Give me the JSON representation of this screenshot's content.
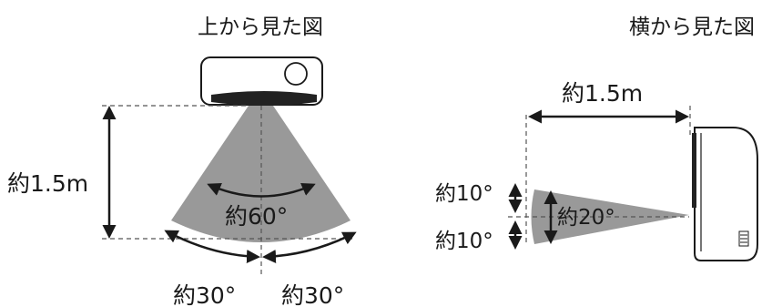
{
  "top_view": {
    "title": "上から見た図",
    "distance_label": "約1.5m",
    "spread_label": "約60°",
    "left_angle_label": "約30°",
    "right_angle_label": "約30°"
  },
  "side_view": {
    "title": "横から見た図",
    "distance_label": "約1.5m",
    "spread_label": "約20°",
    "upper_angle_label": "約10°",
    "lower_angle_label": "約10°"
  },
  "colors": {
    "cone": "#999999",
    "line": "#1a1a1a",
    "dashed": "#555555",
    "device_dark": "#222222"
  },
  "icons": [
    "heater-device-icon",
    "heater-side-icon"
  ]
}
